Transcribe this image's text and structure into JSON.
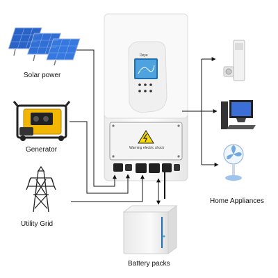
{
  "sources": {
    "solar": "Solar power",
    "generator": "Generator",
    "grid": "Utility Grid"
  },
  "outputs": {
    "home": "Home Appliances",
    "battery": "Battery packs"
  },
  "inverter": {
    "brand": "Deye",
    "warning": "Warning electric shock"
  },
  "colors": {
    "wire": "#111111",
    "panel": "#2a63c8",
    "generator": "#f2b705",
    "warning": "#f5d90a"
  }
}
